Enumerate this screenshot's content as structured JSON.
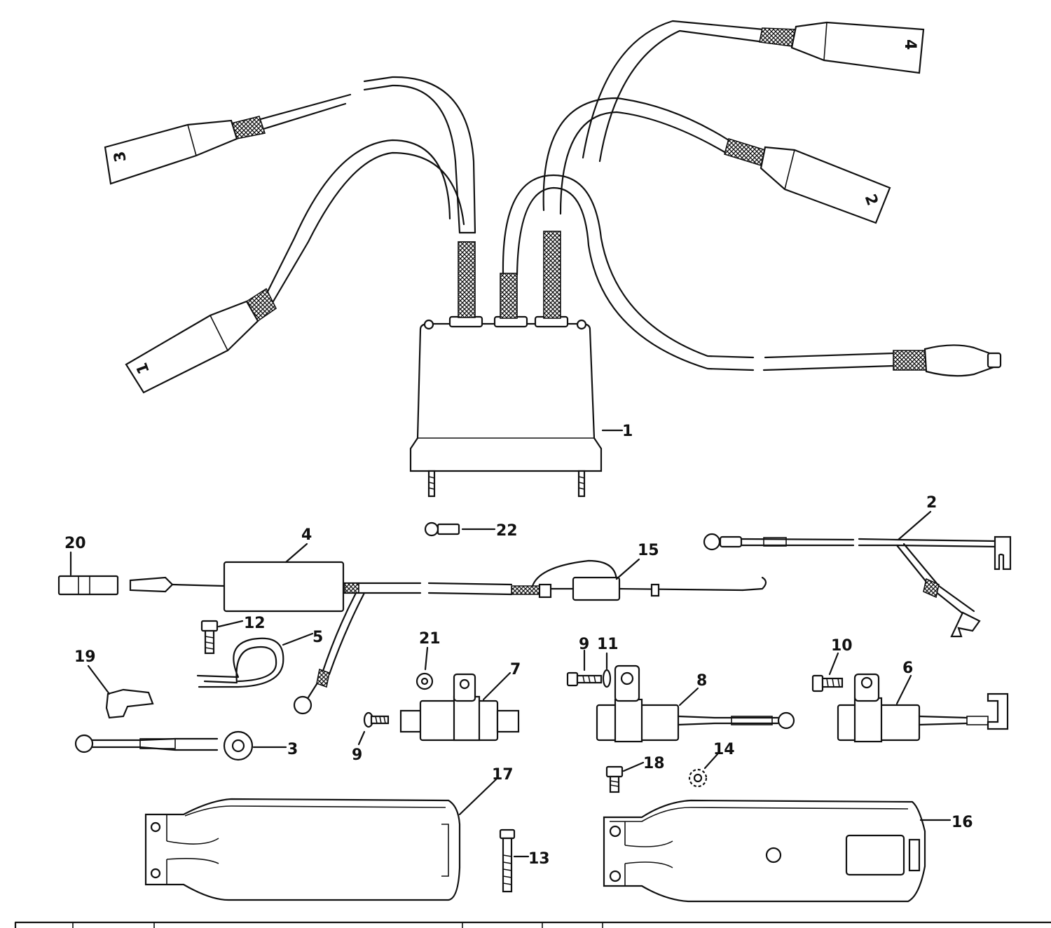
{
  "callouts": {
    "c1": "1",
    "c2": "2",
    "c3": "3",
    "c4": "4",
    "c5": "5",
    "c6": "6",
    "c7": "7",
    "c8": "8",
    "c9a": "9",
    "c9b": "9",
    "c10": "10",
    "c11": "11",
    "c12": "12",
    "c13": "13",
    "c14": "14",
    "c15": "15",
    "c16": "16",
    "c17": "17",
    "c18": "18",
    "c19": "19",
    "c20": "20",
    "c21": "21",
    "c22": "22"
  },
  "cap_numbers": {
    "n1": "1",
    "n2": "2",
    "n3": "3",
    "n4": "4"
  }
}
